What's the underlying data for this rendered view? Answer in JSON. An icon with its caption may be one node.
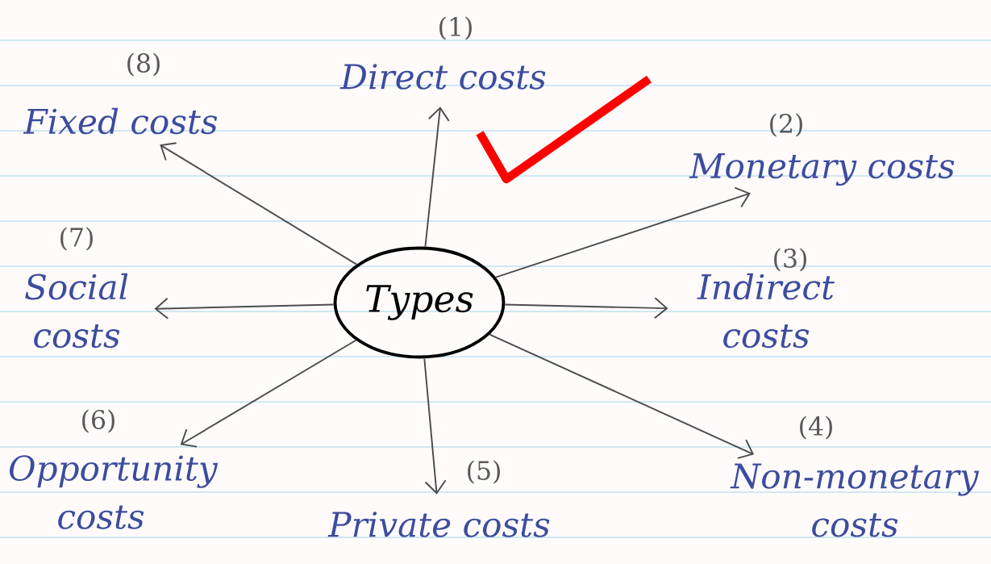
{
  "diagram": {
    "nodes": [
      {
        "text": [
          "Types"
        ]
      },
      {
        "text": [
          "Direct costs"
        ],
        "beside": [
          "(1)"
        ]
      },
      {
        "text": [
          "Monetary costs"
        ],
        "beside": [
          "(2)"
        ]
      },
      {
        "text": [
          "Indirect costs"
        ],
        "beside": [
          "(3)"
        ]
      },
      {
        "text": [
          "Non-monetary costs"
        ],
        "beside": [
          "(4)"
        ]
      },
      {
        "text": [
          "Private costs"
        ],
        "beside": [
          "(5)"
        ]
      },
      {
        "text": [
          "Opportunity costs"
        ],
        "beside": [
          "(6)"
        ]
      },
      {
        "text": [
          "Social costs"
        ],
        "beside": [
          "(7)"
        ]
      },
      {
        "text": [
          "Fixed costs"
        ],
        "beside": [
          "(8)"
        ]
      }
    ],
    "edges": [
      {
        "from": 0,
        "to": 1,
        "arrow": "to"
      },
      {
        "from": 0,
        "to": 2,
        "arrow": "to"
      },
      {
        "from": 0,
        "to": 3,
        "arrow": "to"
      },
      {
        "from": 0,
        "to": 4,
        "arrow": "to"
      },
      {
        "from": 0,
        "to": 5,
        "arrow": "to"
      },
      {
        "from": 0,
        "to": 6,
        "arrow": "to"
      },
      {
        "from": 0,
        "to": 7,
        "arrow": "to"
      },
      {
        "from": 0,
        "to": 8,
        "arrow": "to"
      }
    ]
  }
}
